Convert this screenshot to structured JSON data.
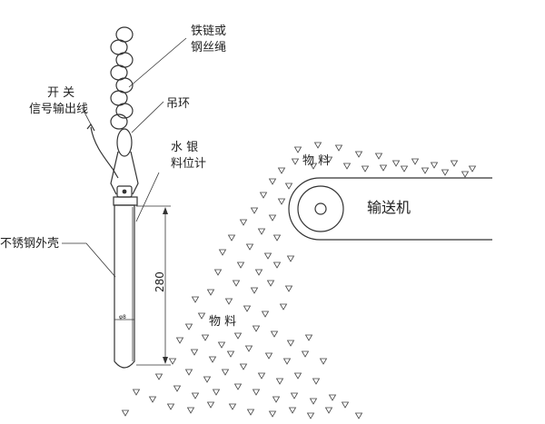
{
  "labels": {
    "chain": [
      "铁链或",
      "钢丝绳"
    ],
    "signal": [
      "开  关",
      "信号输出线"
    ],
    "ring": "吊环",
    "level_meter": [
      "水 银",
      "料位计"
    ],
    "shell": "不锈钢外壳",
    "material_top": "物 料",
    "conveyor": "输送机",
    "material_mid": "物 料",
    "dimension_length": "280",
    "dimension_dia": "φ8"
  }
}
